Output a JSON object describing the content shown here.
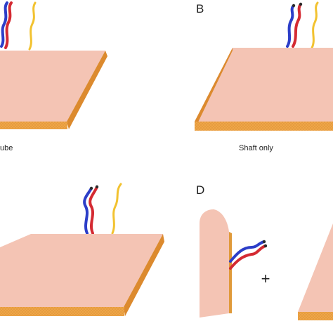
{
  "panels": {
    "a": {
      "caption": "ube"
    },
    "b": {
      "label": "B",
      "caption": "Shaft only"
    },
    "c": {},
    "d": {
      "label": "D",
      "operator": "+"
    }
  },
  "colors": {
    "skin_top": "#f4c4b4",
    "skin_side": "#f0a848",
    "skin_edge": "#dc8a2e",
    "wire_blue": "#2c3ec8",
    "wire_red": "#d42a32",
    "wire_yellow": "#f2c230",
    "wire_tip": "#2a2a2a"
  }
}
